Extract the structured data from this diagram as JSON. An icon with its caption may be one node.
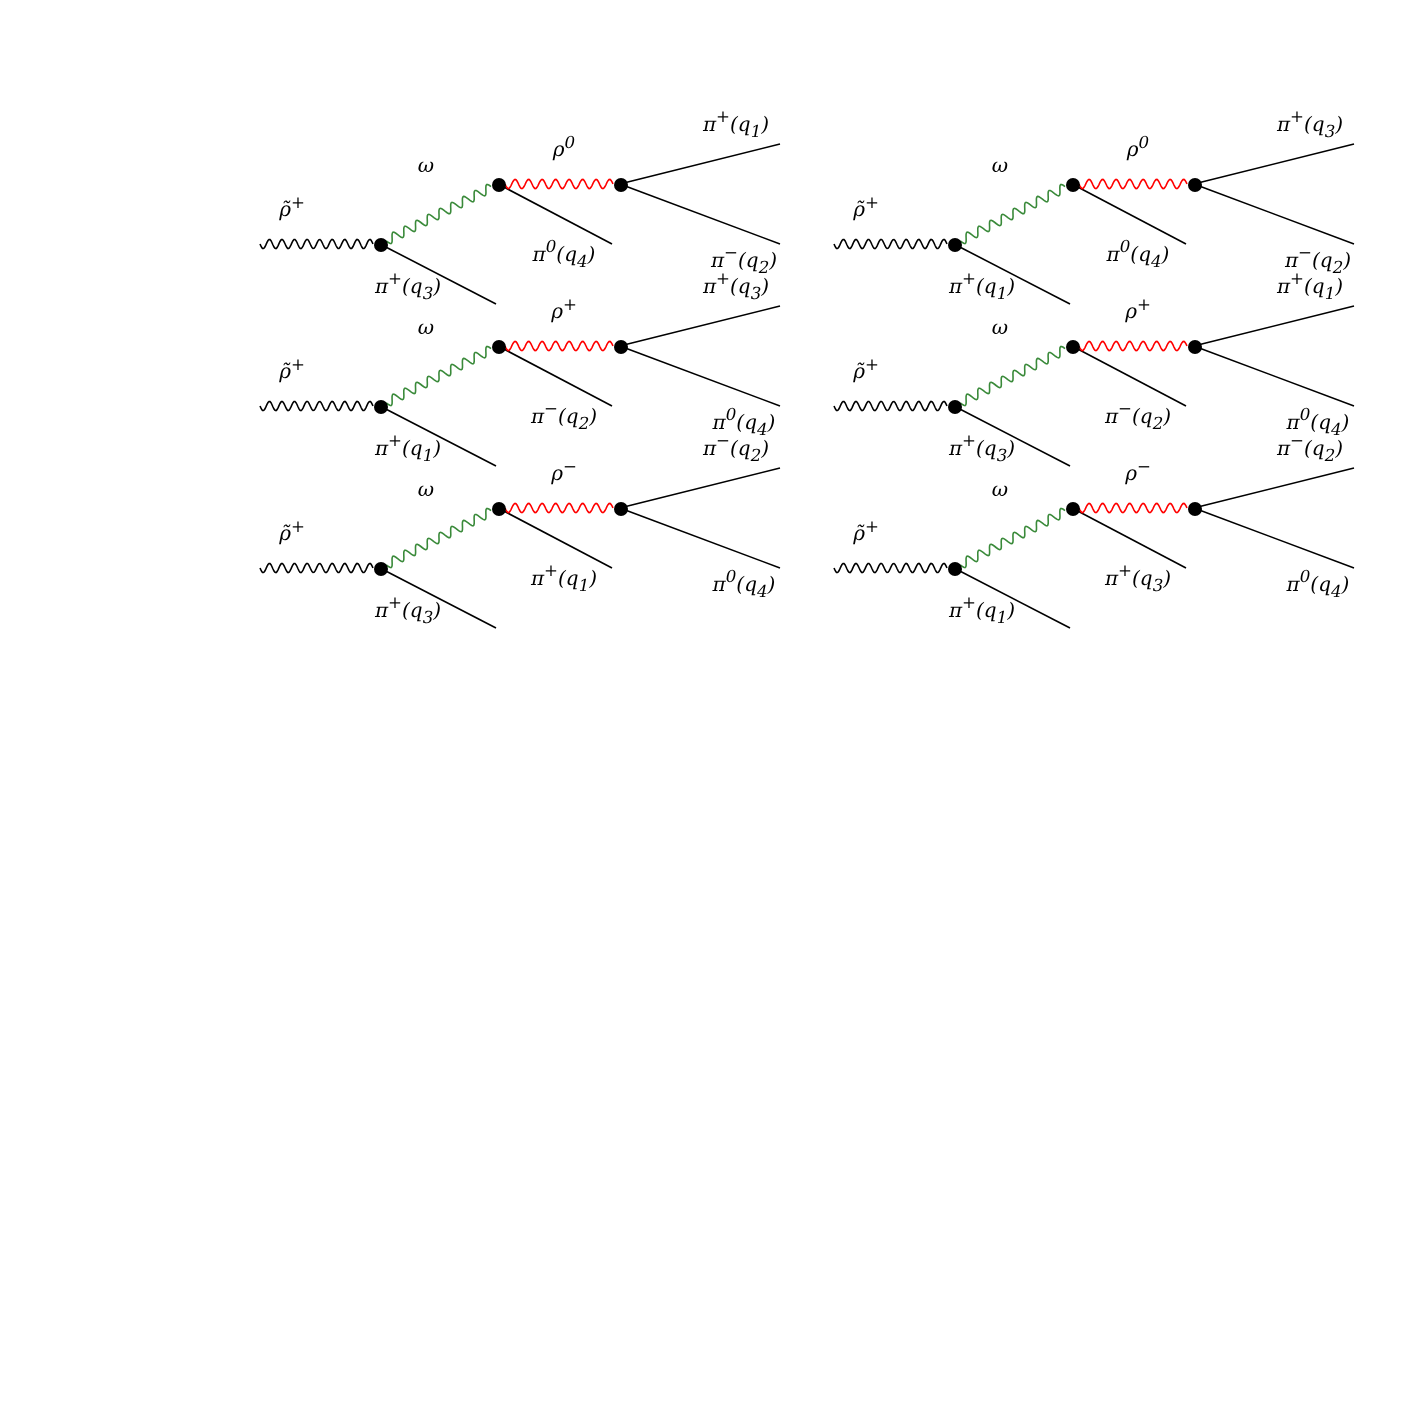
{
  "diagram": {
    "nodes": [
      {
        "text": [],
        "shape": "circle"
      },
      {
        "text": [],
        "shape": "circle"
      },
      {
        "text": [],
        "shape": "circle"
      },
      {
        "text": [],
        "shape": "circle"
      },
      {
        "text": [],
        "shape": "circle"
      },
      {
        "text": [],
        "shape": "circle"
      },
      {
        "text": [],
        "shape": "circle"
      },
      {
        "text": [],
        "shape": "circle"
      },
      {
        "text": [],
        "shape": "circle"
      },
      {
        "text": [],
        "shape": "circle"
      },
      {
        "text": [],
        "shape": "circle"
      },
      {
        "text": [],
        "shape": "circle"
      },
      {
        "text": [],
        "shape": "circle"
      },
      {
        "text": [],
        "shape": "circle"
      },
      {
        "text": [],
        "shape": "circle"
      },
      {
        "text": [],
        "shape": "circle"
      },
      {
        "text": [],
        "shape": "circle"
      },
      {
        "text": [],
        "shape": "circle"
      }
    ],
    "edges": [
      {
        "from": null,
        "to": 0,
        "arrow": "none",
        "label": "ρ̃$^{+}$"
      },
      {
        "from": 0,
        "to": null,
        "arrow": "none",
        "label": "π$^{+}$(q$_{3}$)"
      },
      {
        "from": 0,
        "to": 1,
        "arrow": "none",
        "label": "ω",
        "color": "#3a8a3a"
      },
      {
        "from": 1,
        "to": null,
        "arrow": "none",
        "label": "π$^{0}$(q$_{4}$)"
      },
      {
        "from": 1,
        "to": 2,
        "arrow": "none",
        "label": "ρ$^{0}$",
        "color": "#ff0000"
      },
      {
        "from": 2,
        "to": null,
        "arrow": "none",
        "label": "π$^{+}$(q$_{1}$)"
      },
      {
        "from": 2,
        "to": null,
        "arrow": "none",
        "label": "π$^{−}$(q$_{2}$)"
      },
      {
        "from": null,
        "to": 3,
        "arrow": "none",
        "label": "ρ̃$^{+}$"
      },
      {
        "from": 3,
        "to": null,
        "arrow": "none",
        "label": "π$^{+}$(q$_{1}$)"
      },
      {
        "from": 3,
        "to": 4,
        "arrow": "none",
        "label": "ω",
        "color": "#3a8a3a"
      },
      {
        "from": 4,
        "to": null,
        "arrow": "none",
        "label": "π$^{0}$(q$_{4}$)"
      },
      {
        "from": 4,
        "to": 5,
        "arrow": "none",
        "label": "ρ$^{0}$",
        "color": "#ff0000"
      },
      {
        "from": 5,
        "to": null,
        "arrow": "none",
        "label": "π$^{+}$(q$_{3}$)"
      },
      {
        "from": 5,
        "to": null,
        "arrow": "none",
        "label": "π$^{−}$(q$_{2}$)"
      },
      {
        "from": null,
        "to": 6,
        "arrow": "none",
        "label": "ρ̃$^{+}$"
      },
      {
        "from": 6,
        "to": null,
        "arrow": "none",
        "label": "π$^{+}$(q$_{1}$)"
      },
      {
        "from": 6,
        "to": 7,
        "arrow": "none",
        "label": "ω",
        "color": "#3a8a3a"
      },
      {
        "from": 7,
        "to": null,
        "arrow": "none",
        "label": "π$^{−}$(q$_{2}$)"
      },
      {
        "from": 7,
        "to": 8,
        "arrow": "none",
        "label": "ρ$^{+}$",
        "color": "#ff0000"
      },
      {
        "from": 8,
        "to": null,
        "arrow": "none",
        "label": "π$^{+}$(q$_{3}$)"
      },
      {
        "from": 8,
        "to": null,
        "arrow": "none",
        "label": "π$^{0}$(q$_{4}$)"
      },
      {
        "from": null,
        "to": 9,
        "arrow": "none",
        "label": "ρ̃$^{+}$"
      },
      {
        "from": 9,
        "to": null,
        "arrow": "none",
        "label": "π$^{+}$(q$_{3}$)"
      },
      {
        "from": 9,
        "to": 10,
        "arrow": "none",
        "label": "ω",
        "color": "#3a8a3a"
      },
      {
        "from": 10,
        "to": null,
        "arrow": "none",
        "label": "π$^{−}$(q$_{2}$)"
      },
      {
        "from": 10,
        "to": 11,
        "arrow": "none",
        "label": "ρ$^{+}$",
        "color": "#ff0000"
      },
      {
        "from": 11,
        "to": null,
        "arrow": "none",
        "label": "π$^{+}$(q$_{1}$)"
      },
      {
        "from": 11,
        "to": null,
        "arrow": "none",
        "label": "π$^{0}$(q$_{4}$)"
      },
      {
        "from": null,
        "to": 12,
        "arrow": "none",
        "label": "ρ̃$^{+}$"
      },
      {
        "from": 12,
        "to": null,
        "arrow": "none",
        "label": "π$^{+}$(q$_{3}$)"
      },
      {
        "from": 12,
        "to": 13,
        "arrow": "none",
        "label": "ω",
        "color": "#3a8a3a"
      },
      {
        "from": 13,
        "to": null,
        "arrow": "none",
        "label": "π$^{+}$(q$_{1}$)"
      },
      {
        "from": 13,
        "to": 14,
        "arrow": "none",
        "label": "ρ$^{−}$",
        "color": "#ff0000"
      },
      {
        "from": 14,
        "to": null,
        "arrow": "none",
        "label": "π$^{−}$(q$_{2}$)"
      },
      {
        "from": 14,
        "to": null,
        "arrow": "none",
        "label": "π$^{0}$(q$_{4}$)"
      },
      {
        "from": null,
        "to": 15,
        "arrow": "none",
        "label": "ρ̃$^{+}$"
      },
      {
        "from": 15,
        "to": null,
        "arrow": "none",
        "label": "π$^{+}$(q$_{1}$)"
      },
      {
        "from": 15,
        "to": 16,
        "arrow": "none",
        "label": "ω",
        "color": "#3a8a3a"
      },
      {
        "from": 16,
        "to": null,
        "arrow": "none",
        "label": "π$^{+}$(q$_{3}$)"
      },
      {
        "from": 16,
        "to": 17,
        "arrow": "none",
        "label": "ρ$^{−}$",
        "color": "#ff0000"
      },
      {
        "from": 17,
        "to": null,
        "arrow": "none",
        "label": "π$^{−}$(q$_{2}$)"
      },
      {
        "from": 17,
        "to": null,
        "arrow": "none",
        "label": "π$^{0}$(q$_{4}$)"
      }
    ]
  }
}
